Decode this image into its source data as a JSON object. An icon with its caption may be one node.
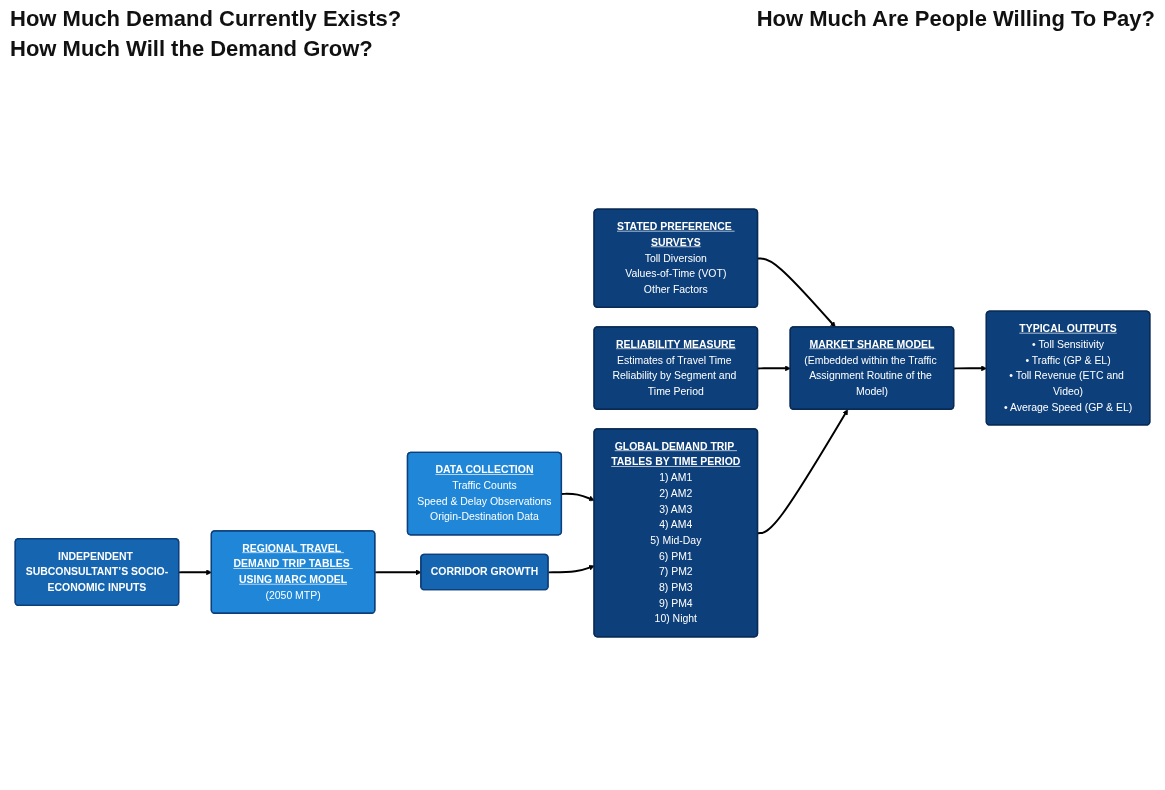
{
  "diagram": {
    "nodes": [
      {
        "text": [
          "DATA COLLECTION",
          "Traffic Counts",
          "Speed & Delay Observations",
          "Origin-Destination Data"
        ]
      },
      {
        "text": [
          "STATED PREFERENCE SURVEYS",
          "Toll Diversion",
          "Values-of-Time (VOT)",
          "Other Factors"
        ]
      },
      {
        "text": [
          "RELIABILITY MEASURE",
          "Estimates of Travel Time Reliability by Segment and Time Period"
        ]
      },
      {
        "text": [
          "REGIONAL TRAVEL DEMAND TRIP TABLES USING MARC MODEL",
          "(2050 MTP)"
        ]
      },
      {
        "text": [
          "CORRIDOR GROWTH"
        ]
      },
      {
        "text": [
          "GLOBAL DEMAND TRIP TABLES BY TIME PERIOD",
          "1) AM1",
          "2) AM2",
          "3) AM3",
          "4) AM4",
          "5) Mid-Day",
          "6) PM1",
          "7) PM2",
          "8) PM3",
          "9) PM4",
          "10) Night"
        ]
      },
      {
        "text": [
          "MARKET SHARE MODEL",
          "(Embedded within the Traffic Assignment Routine of the Model)"
        ]
      },
      {
        "text": [
          "INDEPENDENT SUBCONSULTANT’S SOCIO-ECONOMIC INPUTS"
        ]
      },
      {
        "text": [
          "TYPICAL OUTPUTS",
          "• Toll Sensitivity",
          "• Traffic (GP & EL)",
          "• Toll Revenue (ETC and Video)",
          "• Average Speed (GP & EL)"
        ]
      }
    ],
    "edges": [
      {
        "from": 0,
        "to": 5,
        "arrow": "to"
      },
      {
        "from": 1,
        "to": 6,
        "arrow": "to"
      },
      {
        "from": 2,
        "to": 6,
        "arrow": "to"
      },
      {
        "from": 7,
        "to": 3,
        "arrow": "to"
      },
      {
        "from": 3,
        "to": 4,
        "arrow": "to"
      },
      {
        "from": 4,
        "to": 5,
        "arrow": "to"
      },
      {
        "from": 5,
        "to": 6,
        "arrow": "to"
      },
      {
        "from": 6,
        "to": 8,
        "arrow": "to"
      }
    ],
    "labels": [
      "How Much Demand Currently Exists?",
      "How Much Are People Willing To Pay?",
      "How Much Will the Demand Grow?"
    ]
  }
}
